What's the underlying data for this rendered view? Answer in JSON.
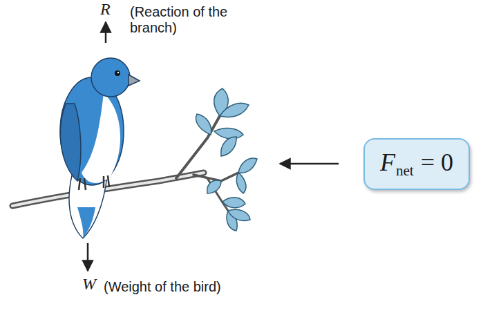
{
  "diagram": {
    "nodes": [
      {
        "text": [
          "F",
          "net",
          "= 0"
        ]
      }
    ],
    "edges": [],
    "labels": [
      "R",
      "(Reaction of the branch)",
      "W",
      "(Weight of the bird)"
    ]
  }
}
